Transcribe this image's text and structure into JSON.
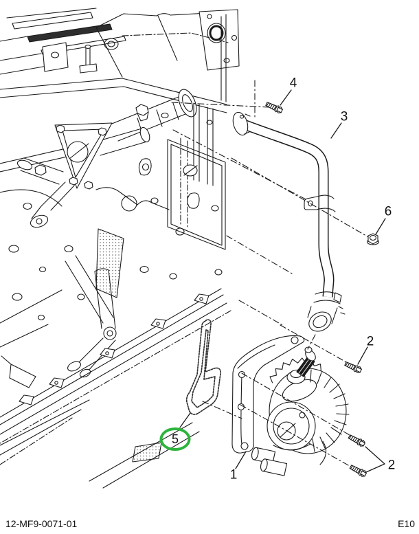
{
  "figure": {
    "footer_left": "12-MF9-0071-01",
    "footer_right": "E10"
  },
  "callouts": {
    "c1": {
      "label": "1"
    },
    "c2_upper": {
      "label": "2"
    },
    "c2_lower": {
      "label": "2"
    },
    "c3": {
      "label": "3"
    },
    "c4": {
      "label": "4"
    },
    "c5": {
      "label": "5",
      "circled": true
    },
    "c6": {
      "label": "6"
    }
  },
  "colors": {
    "line": "#1a1a1a",
    "background": "#ffffff",
    "highlight_circle": "#2db43c"
  }
}
